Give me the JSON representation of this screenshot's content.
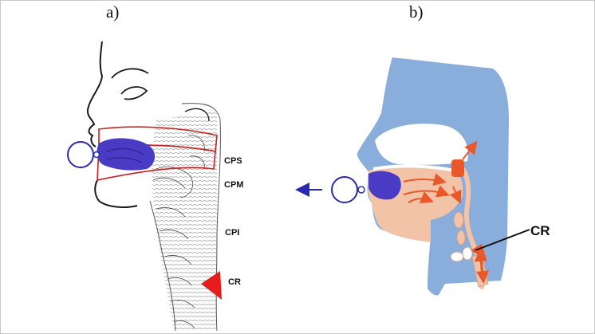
{
  "panels": {
    "a": {
      "label": "a)"
    },
    "b": {
      "label": "b)"
    }
  },
  "labels": {
    "cps": "CPS",
    "cpm": "CPM",
    "cpi": "CPI",
    "cr_a": "CR",
    "cr_b": "CR"
  },
  "colors": {
    "outline": "#1a1a1a",
    "constrictor_band": "#cc1f1f",
    "tongue_blue": "#4a3bc4",
    "ring_blue": "#2a2ab0",
    "head_blue": "#8aaedc",
    "tissue_peach": "#f2c3a6",
    "arrow_orange": "#e8582a",
    "cr_red": "#e51d1d"
  },
  "icons": [
    "ring-icon",
    "arrow-left-icon"
  ]
}
